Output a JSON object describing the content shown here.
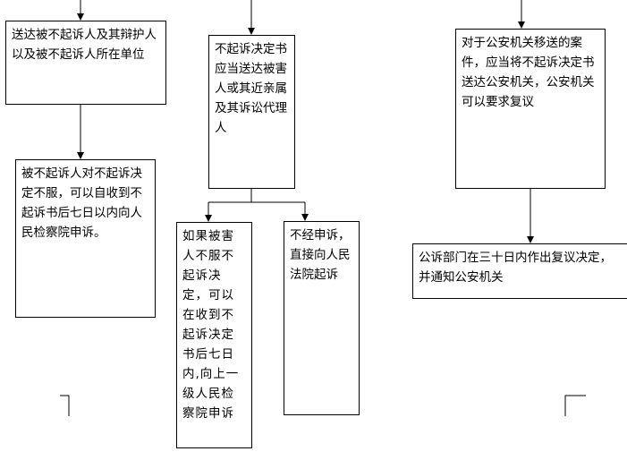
{
  "flowchart": {
    "boxes": {
      "send_units": "送达被不起诉人及其辩护人以及被不起诉人所在单位",
      "appeal_procuratorate": "被不起诉人对不起诉决定不服，可以自收到不起诉书后七日以内向人民检察院申诉。",
      "notify_victim": "不起诉决定书应当送达被害人或其近亲属及其诉讼代理人",
      "victim_appeal": "如果被害人不服不起诉决定，可以在收到不起诉决定书后七日内,向上一级人民检察院申诉",
      "direct_suit": "不经申诉，直接向人民法院起诉",
      "police_review": "对于公安机关移送的案件，应当将不起诉决定书送达公安机关，公安机关可以要求复议",
      "review_decision": "公诉部门在三十日内作出复议决定，并通知公安机关"
    }
  }
}
